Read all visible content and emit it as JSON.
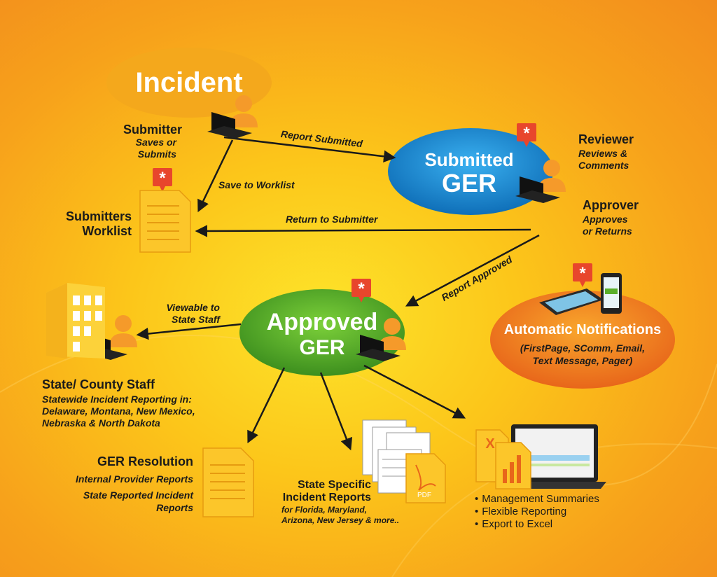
{
  "nodes": {
    "incident": "Incident",
    "submitted_ger_line1": "Submitted",
    "submitted_ger_line2": "GER",
    "approved_ger_line1": "Approved",
    "approved_ger_line2": "GER",
    "automatic_notifications": "Automatic Notifications",
    "automatic_notifications_sub_1": "(FirstPage, SComm, Email,",
    "automatic_notifications_sub_2": "Text Message, Pager)"
  },
  "roles": {
    "submitter": "Submitter",
    "submitter_sub_1": "Saves or",
    "submitter_sub_2": "Submits",
    "reviewer": "Reviewer",
    "reviewer_sub_1": "Reviews &",
    "reviewer_sub_2": "Comments",
    "approver": "Approver",
    "approver_sub_1": "Approves",
    "approver_sub_2": "or Returns",
    "worklist_1": "Submitters",
    "worklist_2": "Worklist",
    "state_staff": "State/ County Staff",
    "state_staff_sub_1": "Statewide Incident Reporting in:",
    "state_staff_sub_2": "Delaware, Montana, New Mexico,",
    "state_staff_sub_3": "Nebraska & North Dakota"
  },
  "arrows": {
    "report_submitted": "Report Submitted",
    "save_to_worklist": "Save to Worklist",
    "return_to_submitter": "Return to Submitter",
    "report_approved": "Report Approved",
    "viewable_1": "Viewable to",
    "viewable_2": "State Staff"
  },
  "outputs": {
    "ger_resolution": "GER Resolution",
    "ger_resolution_sub_1": "Internal Provider Reports",
    "ger_resolution_sub_2": "State Reported Incident",
    "ger_resolution_sub_3": "Reports",
    "state_specific_1": "State Specific",
    "state_specific_2": "Incident Reports",
    "state_specific_sub_1": "for Florida, Maryland,",
    "state_specific_sub_2": "Arizona, New Jersey & more..",
    "pdf_label": "PDF",
    "bullets": [
      "Management Summaries",
      "Flexible Reporting",
      "Export to Excel"
    ]
  },
  "colors": {
    "incident_fill": "#f4a81c",
    "submitted_fill": "#1a8fd6",
    "approved_fill": "#5aaf2a",
    "notifications_fill": "#f07a1c",
    "asterisk_badge": "#e8462c",
    "document": "#fcc62a"
  },
  "icons": [
    "person-laptop-icon",
    "asterisk-badge-icon",
    "worklist-document-icon",
    "building-icon",
    "document-icon",
    "pdf-document-icon",
    "spreadsheet-icon",
    "monitor-icon",
    "tablet-icon",
    "phone-icon"
  ]
}
